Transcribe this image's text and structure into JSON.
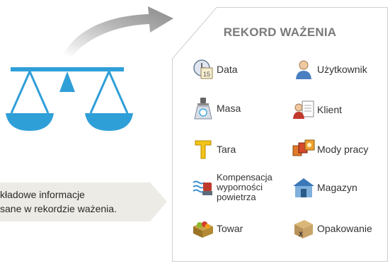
{
  "panel": {
    "title": "REKORD WAŻENIA"
  },
  "callout": {
    "line1": "kładowe informacje",
    "line2": "sane w rekordzie ważenia."
  },
  "items_left": [
    {
      "label": "Data",
      "icon": "calendar-icon"
    },
    {
      "label": "Masa",
      "icon": "scale-weight-icon"
    },
    {
      "label": "Tara",
      "icon": "tare-t-icon"
    },
    {
      "label": "Kompensacja wyporności powietrza",
      "lines": [
        "Kompensacja",
        "wyporności",
        "powietrza"
      ],
      "icon": "air-buoyancy-icon"
    },
    {
      "label": "Towar",
      "icon": "goods-box-icon"
    }
  ],
  "items_right": [
    {
      "label": "Użytkownik",
      "icon": "user-icon"
    },
    {
      "label": "Klient",
      "icon": "client-card-icon"
    },
    {
      "label": "Mody pracy",
      "icon": "work-modes-icon"
    },
    {
      "label": "Magazyn",
      "icon": "warehouse-icon"
    },
    {
      "label": "Opakowanie",
      "icon": "package-icon"
    }
  ],
  "colors": {
    "scale": "#2f9fd8",
    "panel_border": "#cfcfcf",
    "callout_bg": "#ecebe5",
    "title": "#7a7a7a"
  }
}
